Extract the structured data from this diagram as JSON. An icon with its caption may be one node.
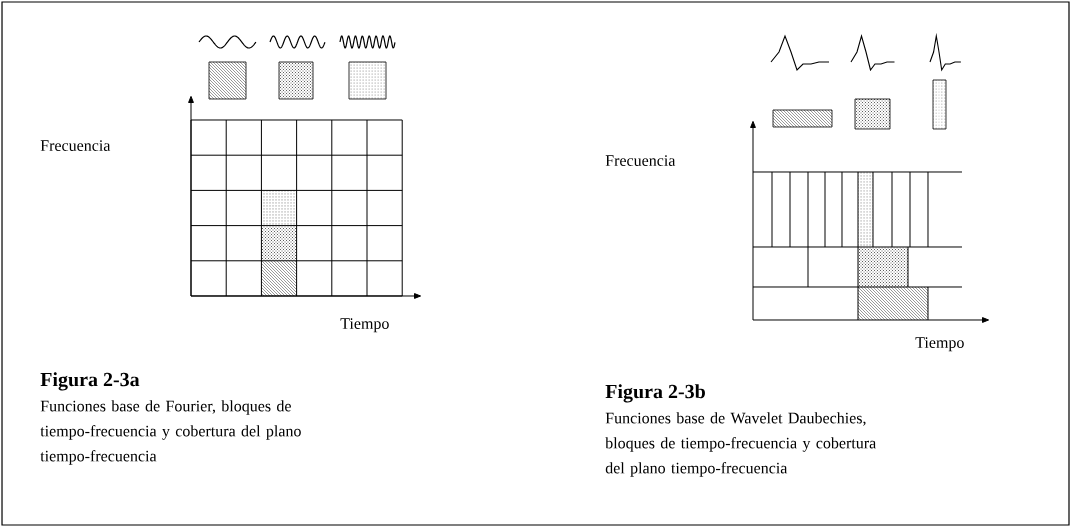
{
  "diagram": {
    "labels": [
      "Frecuencia",
      "Tiempo",
      "Figura 2-3a",
      "Funciones base de Fourier, bloques de tiempo-frecuencia y cobertura del plano tiempo-frecuencia",
      "Frecuencia",
      "Tiempo",
      "Figura 2-3b",
      "Funciones base de Wavelet Daubechies, bloques de tiempo-frecuencia y cobertura del plano tiempo-frecuencia"
    ]
  }
}
